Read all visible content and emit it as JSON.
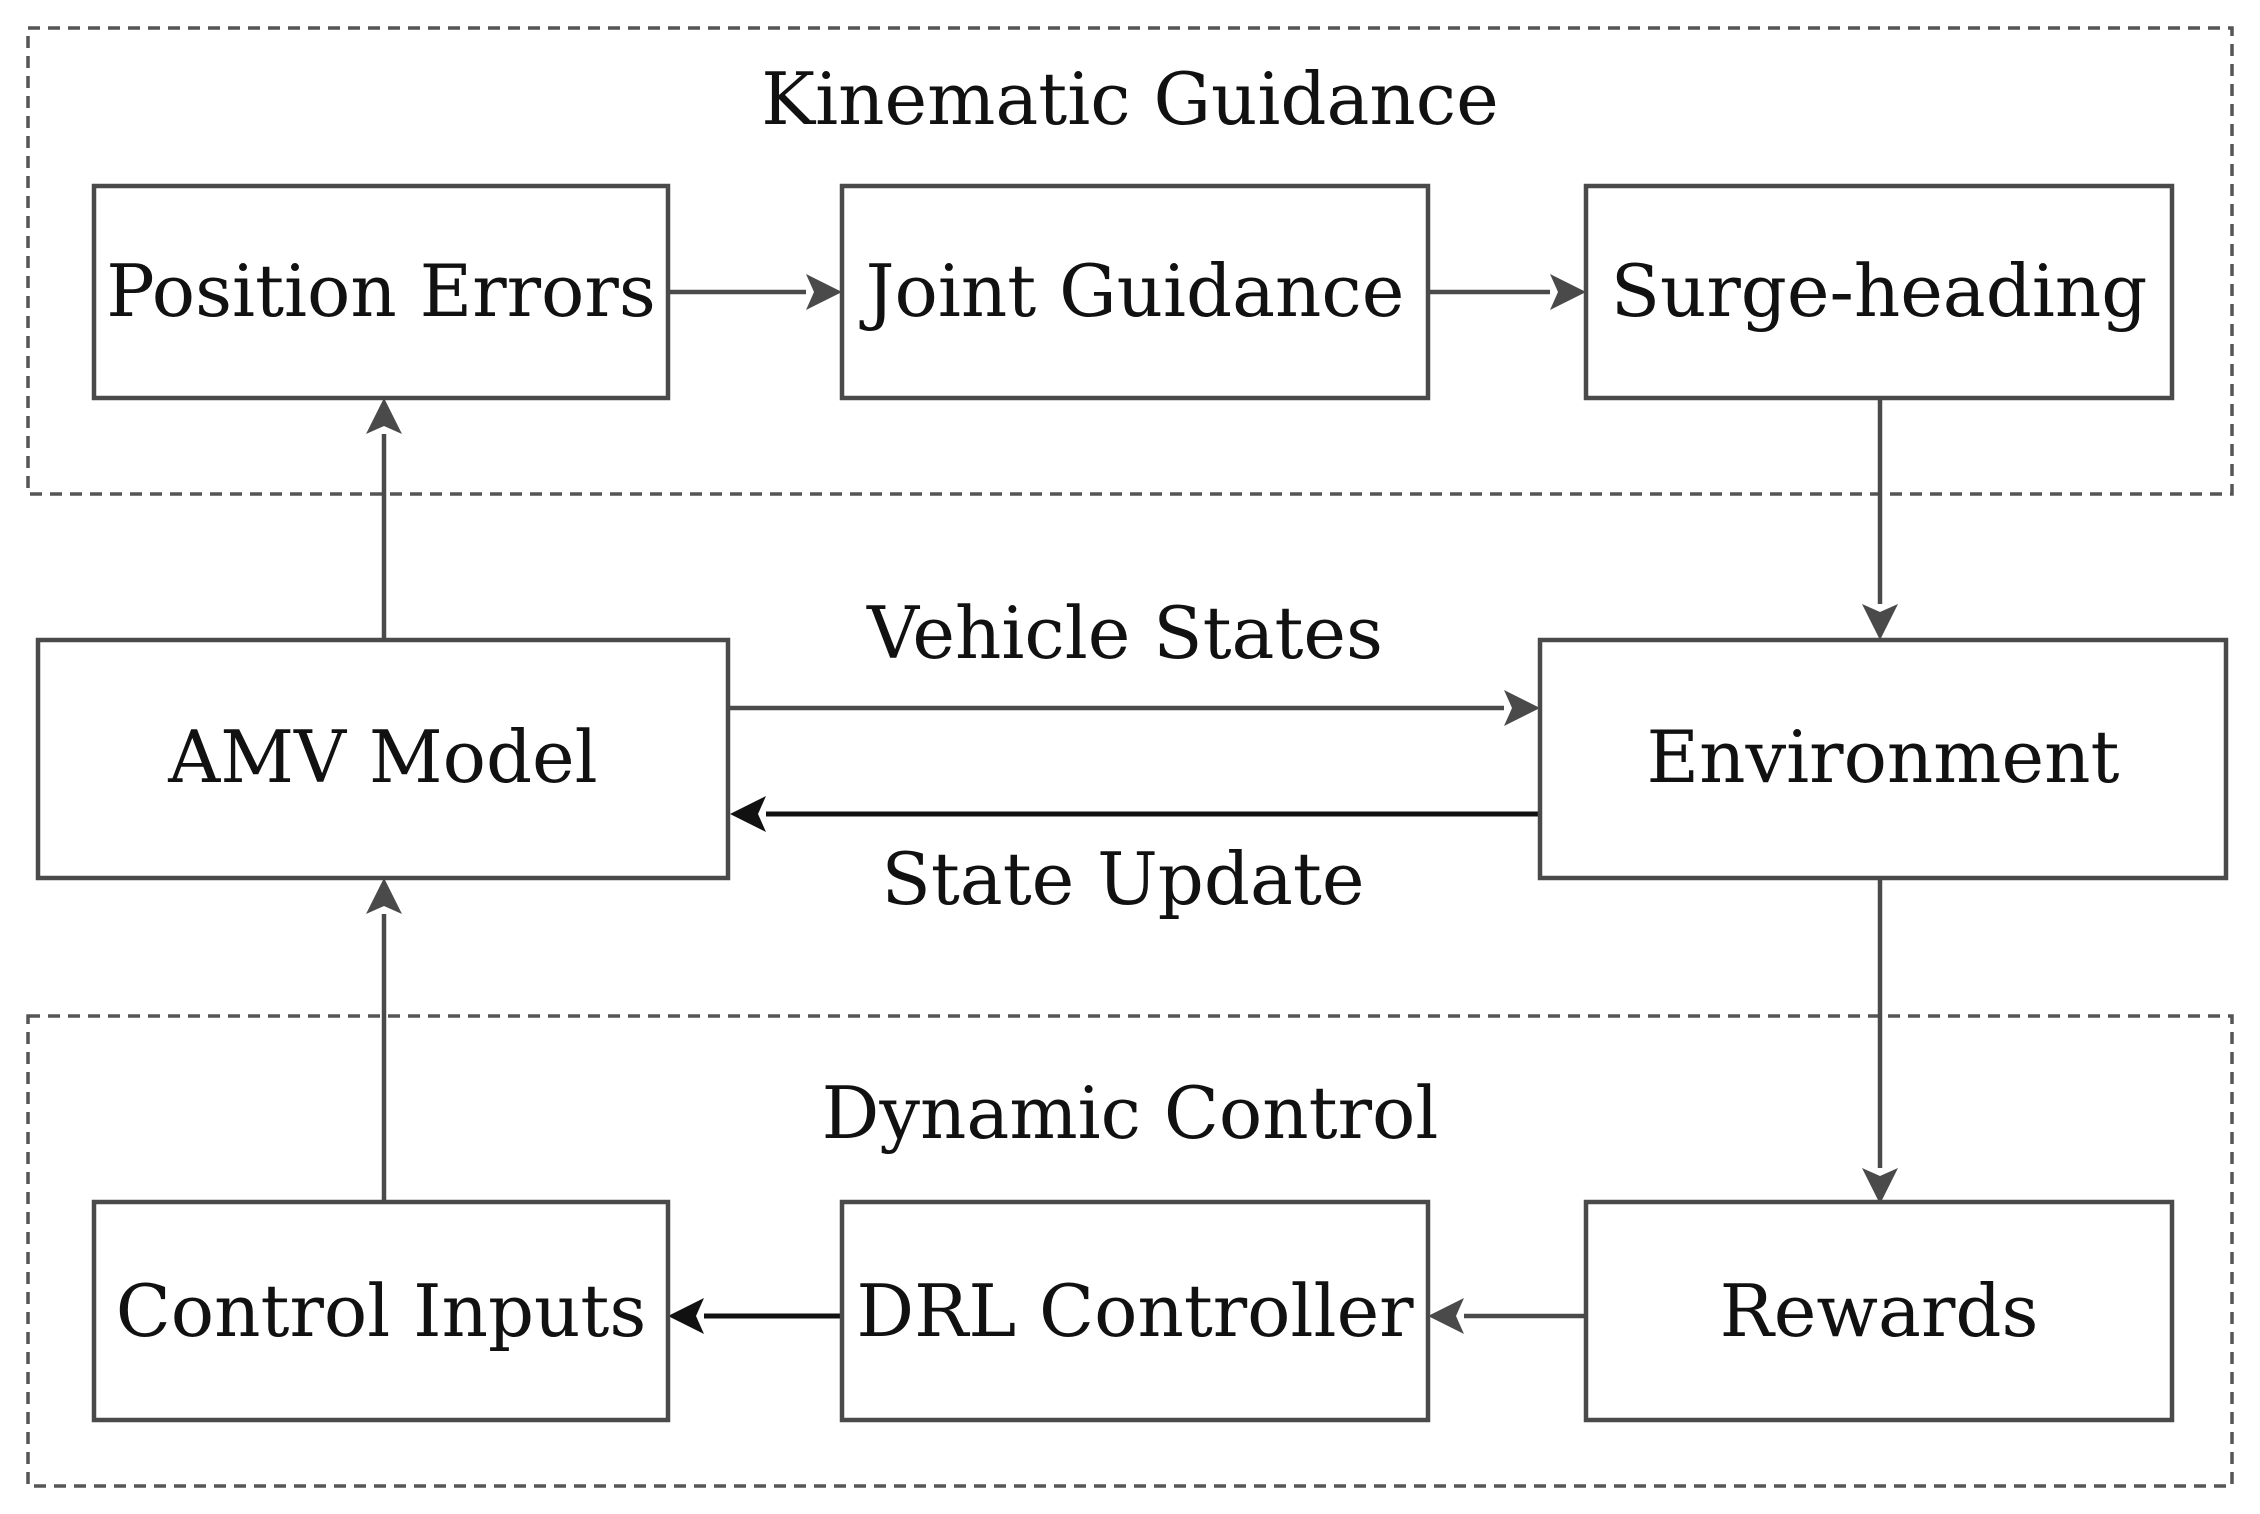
{
  "groups": {
    "kinematic": {
      "label": "Kinematic Guidance"
    },
    "dynamic": {
      "label": "Dynamic Control"
    }
  },
  "nodes": {
    "position_errors": "Position Errors",
    "joint_guidance": "Joint Guidance",
    "surge_heading": "Surge-heading",
    "amv_model": "AMV Model",
    "environment": "Environment",
    "control_inputs": "Control Inputs",
    "drl_controller": "DRL Controller",
    "rewards": "Rewards"
  },
  "edges": {
    "vehicle_states": "Vehicle States",
    "state_update": "State Update"
  }
}
